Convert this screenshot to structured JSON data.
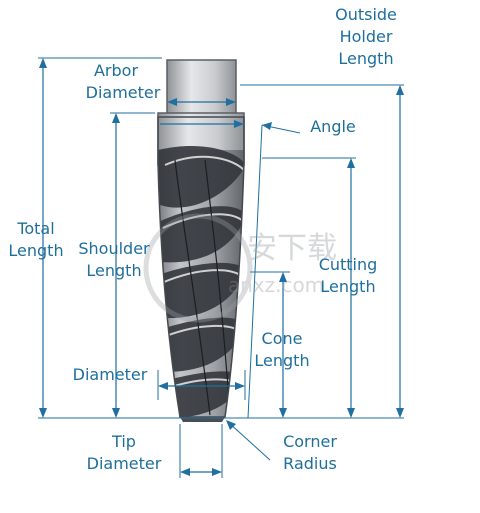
{
  "labels": {
    "outside_holder_length": [
      "Outside",
      "Holder",
      "Length"
    ],
    "arbor_diameter": [
      "Arbor",
      "Diameter"
    ],
    "angle": "Angle",
    "total_length": [
      "Total",
      "Length"
    ],
    "shoulder_length": [
      "Shoulder",
      "Length"
    ],
    "cutting_length": [
      "Cutting",
      "Length"
    ],
    "cone_length": [
      "Cone",
      "Length"
    ],
    "diameter": "Diameter",
    "tip_diameter": [
      "Tip",
      "Diameter"
    ],
    "corner_radius": [
      "Corner",
      "Radius"
    ]
  },
  "watermark": [
    "安下载",
    "anxz.com"
  ],
  "colors": {
    "dimension": "#1f6fa0",
    "label": "#1e6f9c",
    "shank_light": "#dadcdf",
    "shank_dark": "#8e9296",
    "flute_dark": "#3c3f44"
  }
}
